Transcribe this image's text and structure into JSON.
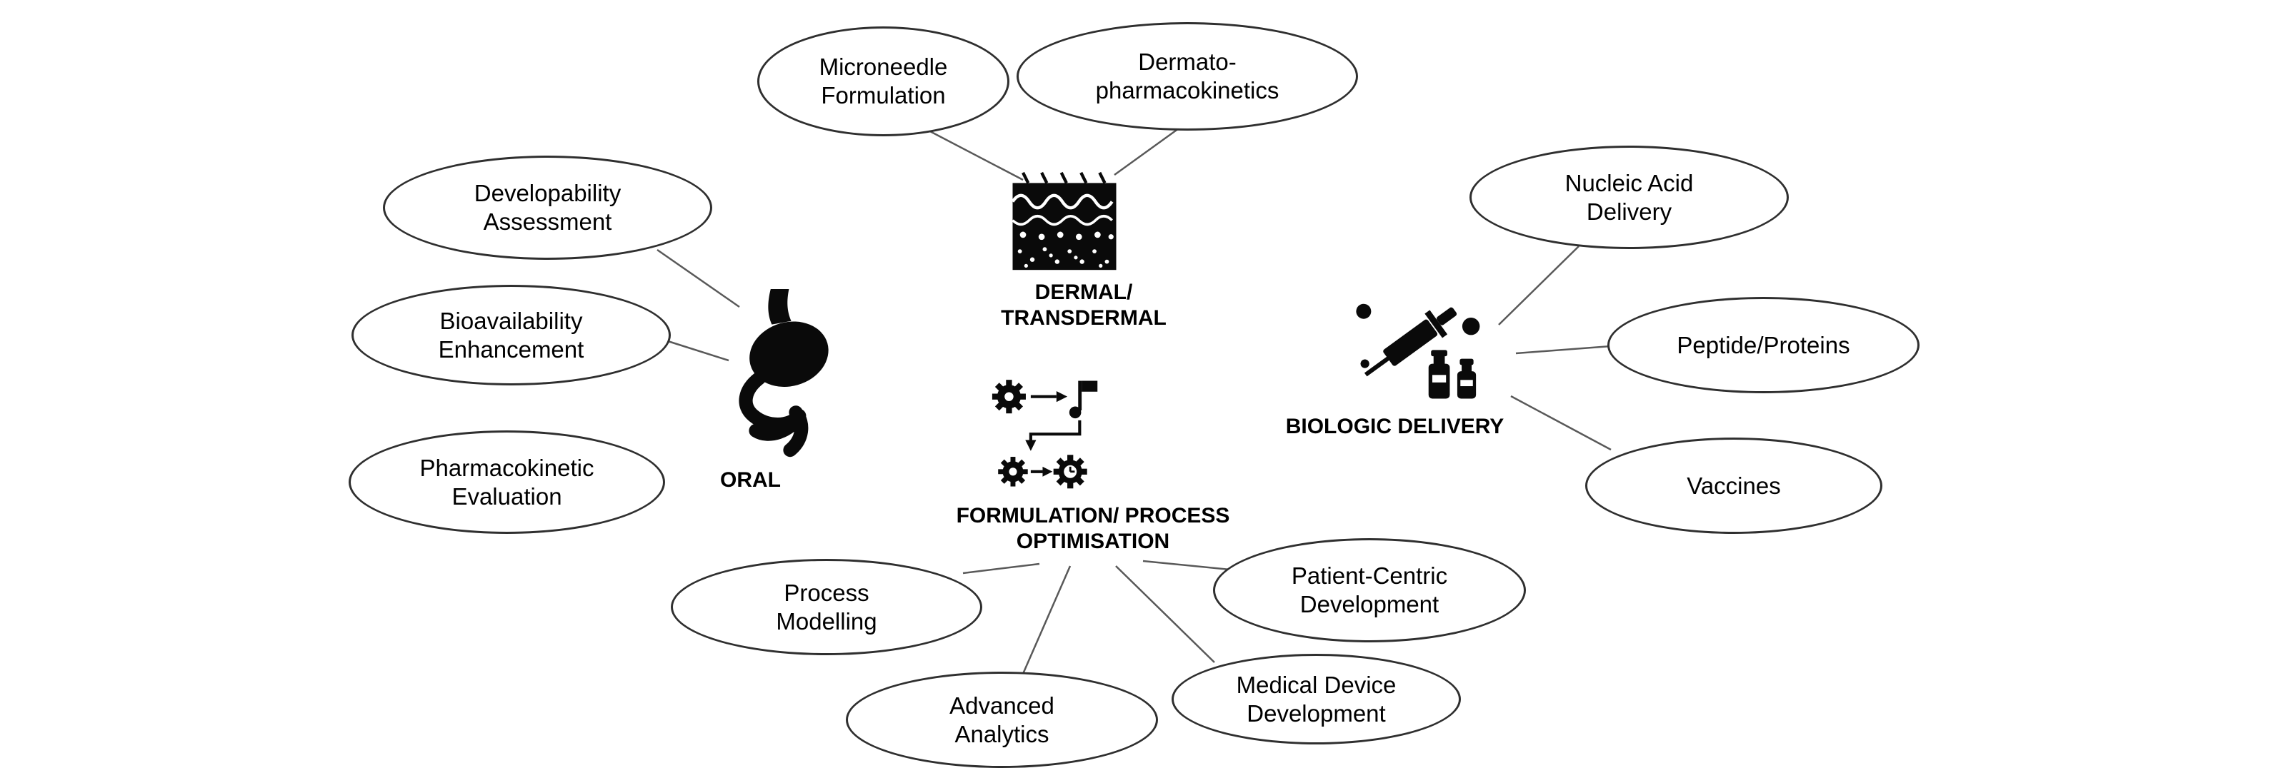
{
  "diagram": {
    "colors": {
      "background": "#ffffff",
      "text": "#000000",
      "outline": "#2f2f2f",
      "connector": "#595959",
      "icon": "#0a0a0a"
    },
    "hubs": {
      "dermal": {
        "label": "DERMAL/\nTRANSDERMAL",
        "icon": "skin-cross-section-icon"
      },
      "oral": {
        "label": "ORAL",
        "icon": "stomach-icon"
      },
      "biologic": {
        "label": "BIOLOGIC DELIVERY",
        "icon": "syringe-vials-icon"
      },
      "formulation": {
        "label": "FORMULATION/ PROCESS\nOPTIMISATION",
        "icon": "process-gears-icon"
      }
    },
    "nodes": {
      "microneedle": {
        "label": "Microneedle\nFormulation",
        "hub": "dermal"
      },
      "dermatopk": {
        "label": "Dermato-\npharmacokinetics",
        "hub": "dermal"
      },
      "developability": {
        "label": "Developability\nAssessment",
        "hub": "oral"
      },
      "bioavailability": {
        "label": "Bioavailability\nEnhancement",
        "hub": "oral"
      },
      "pharmacokinetic": {
        "label": "Pharmacokinetic\nEvaluation",
        "hub": "oral"
      },
      "nucleic": {
        "label": "Nucleic Acid\nDelivery",
        "hub": "biologic"
      },
      "peptide": {
        "label": "Peptide/Proteins",
        "hub": "biologic"
      },
      "vaccines": {
        "label": "Vaccines",
        "hub": "biologic"
      },
      "process_modelling": {
        "label": "Process\nModelling",
        "hub": "formulation"
      },
      "advanced_analytics": {
        "label": "Advanced\nAnalytics",
        "hub": "formulation"
      },
      "medical_device": {
        "label": "Medical Device\nDevelopment",
        "hub": "formulation"
      },
      "patient_centric": {
        "label": "Patient-Centric\nDevelopment",
        "hub": "formulation"
      }
    }
  }
}
